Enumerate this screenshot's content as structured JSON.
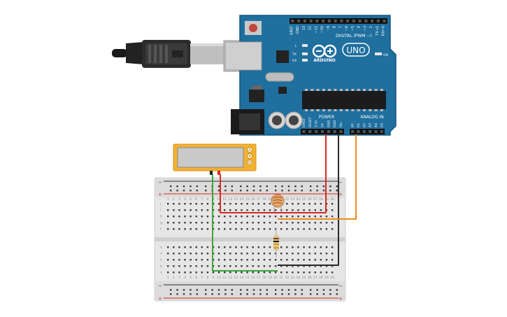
{
  "arduino": {
    "brand": "ARDUINO",
    "model": "UNO",
    "digital_header": "DIGITAL (PWM ~)",
    "digital_pins": [
      "AREF",
      "GND",
      "13",
      "12",
      "~11",
      "~10",
      "~9",
      "8",
      "7",
      "~6",
      "~5",
      "4",
      "~3",
      "2",
      "TX→1",
      "RX←0"
    ],
    "power_label": "POWER",
    "power_pins": [
      "IOREF",
      "RESET",
      "3.3V",
      "5V",
      "GND",
      "GND",
      "Vin"
    ],
    "analog_label": "ANALOG IN",
    "analog_pins": [
      "A0",
      "A1",
      "A2",
      "A3",
      "A4",
      "A5"
    ],
    "led_labels": [
      "L",
      "TX",
      "RX",
      "ON"
    ],
    "board_color": "#1f6f9f"
  },
  "multimeter": {
    "mode_labels": [
      "A",
      "V",
      "Ω"
    ]
  },
  "breadboard": {
    "row_labels_top": [
      "j",
      "i",
      "h",
      "g",
      "f"
    ],
    "row_labels_bottom": [
      "e",
      "d",
      "c",
      "b",
      "a"
    ],
    "columns": 30,
    "rail_plus": "+",
    "rail_minus": "−"
  },
  "wires": {
    "red": "#d82a20",
    "black": "#2a2a2a",
    "orange": "#f08a1c",
    "green": "#3aa63a"
  }
}
